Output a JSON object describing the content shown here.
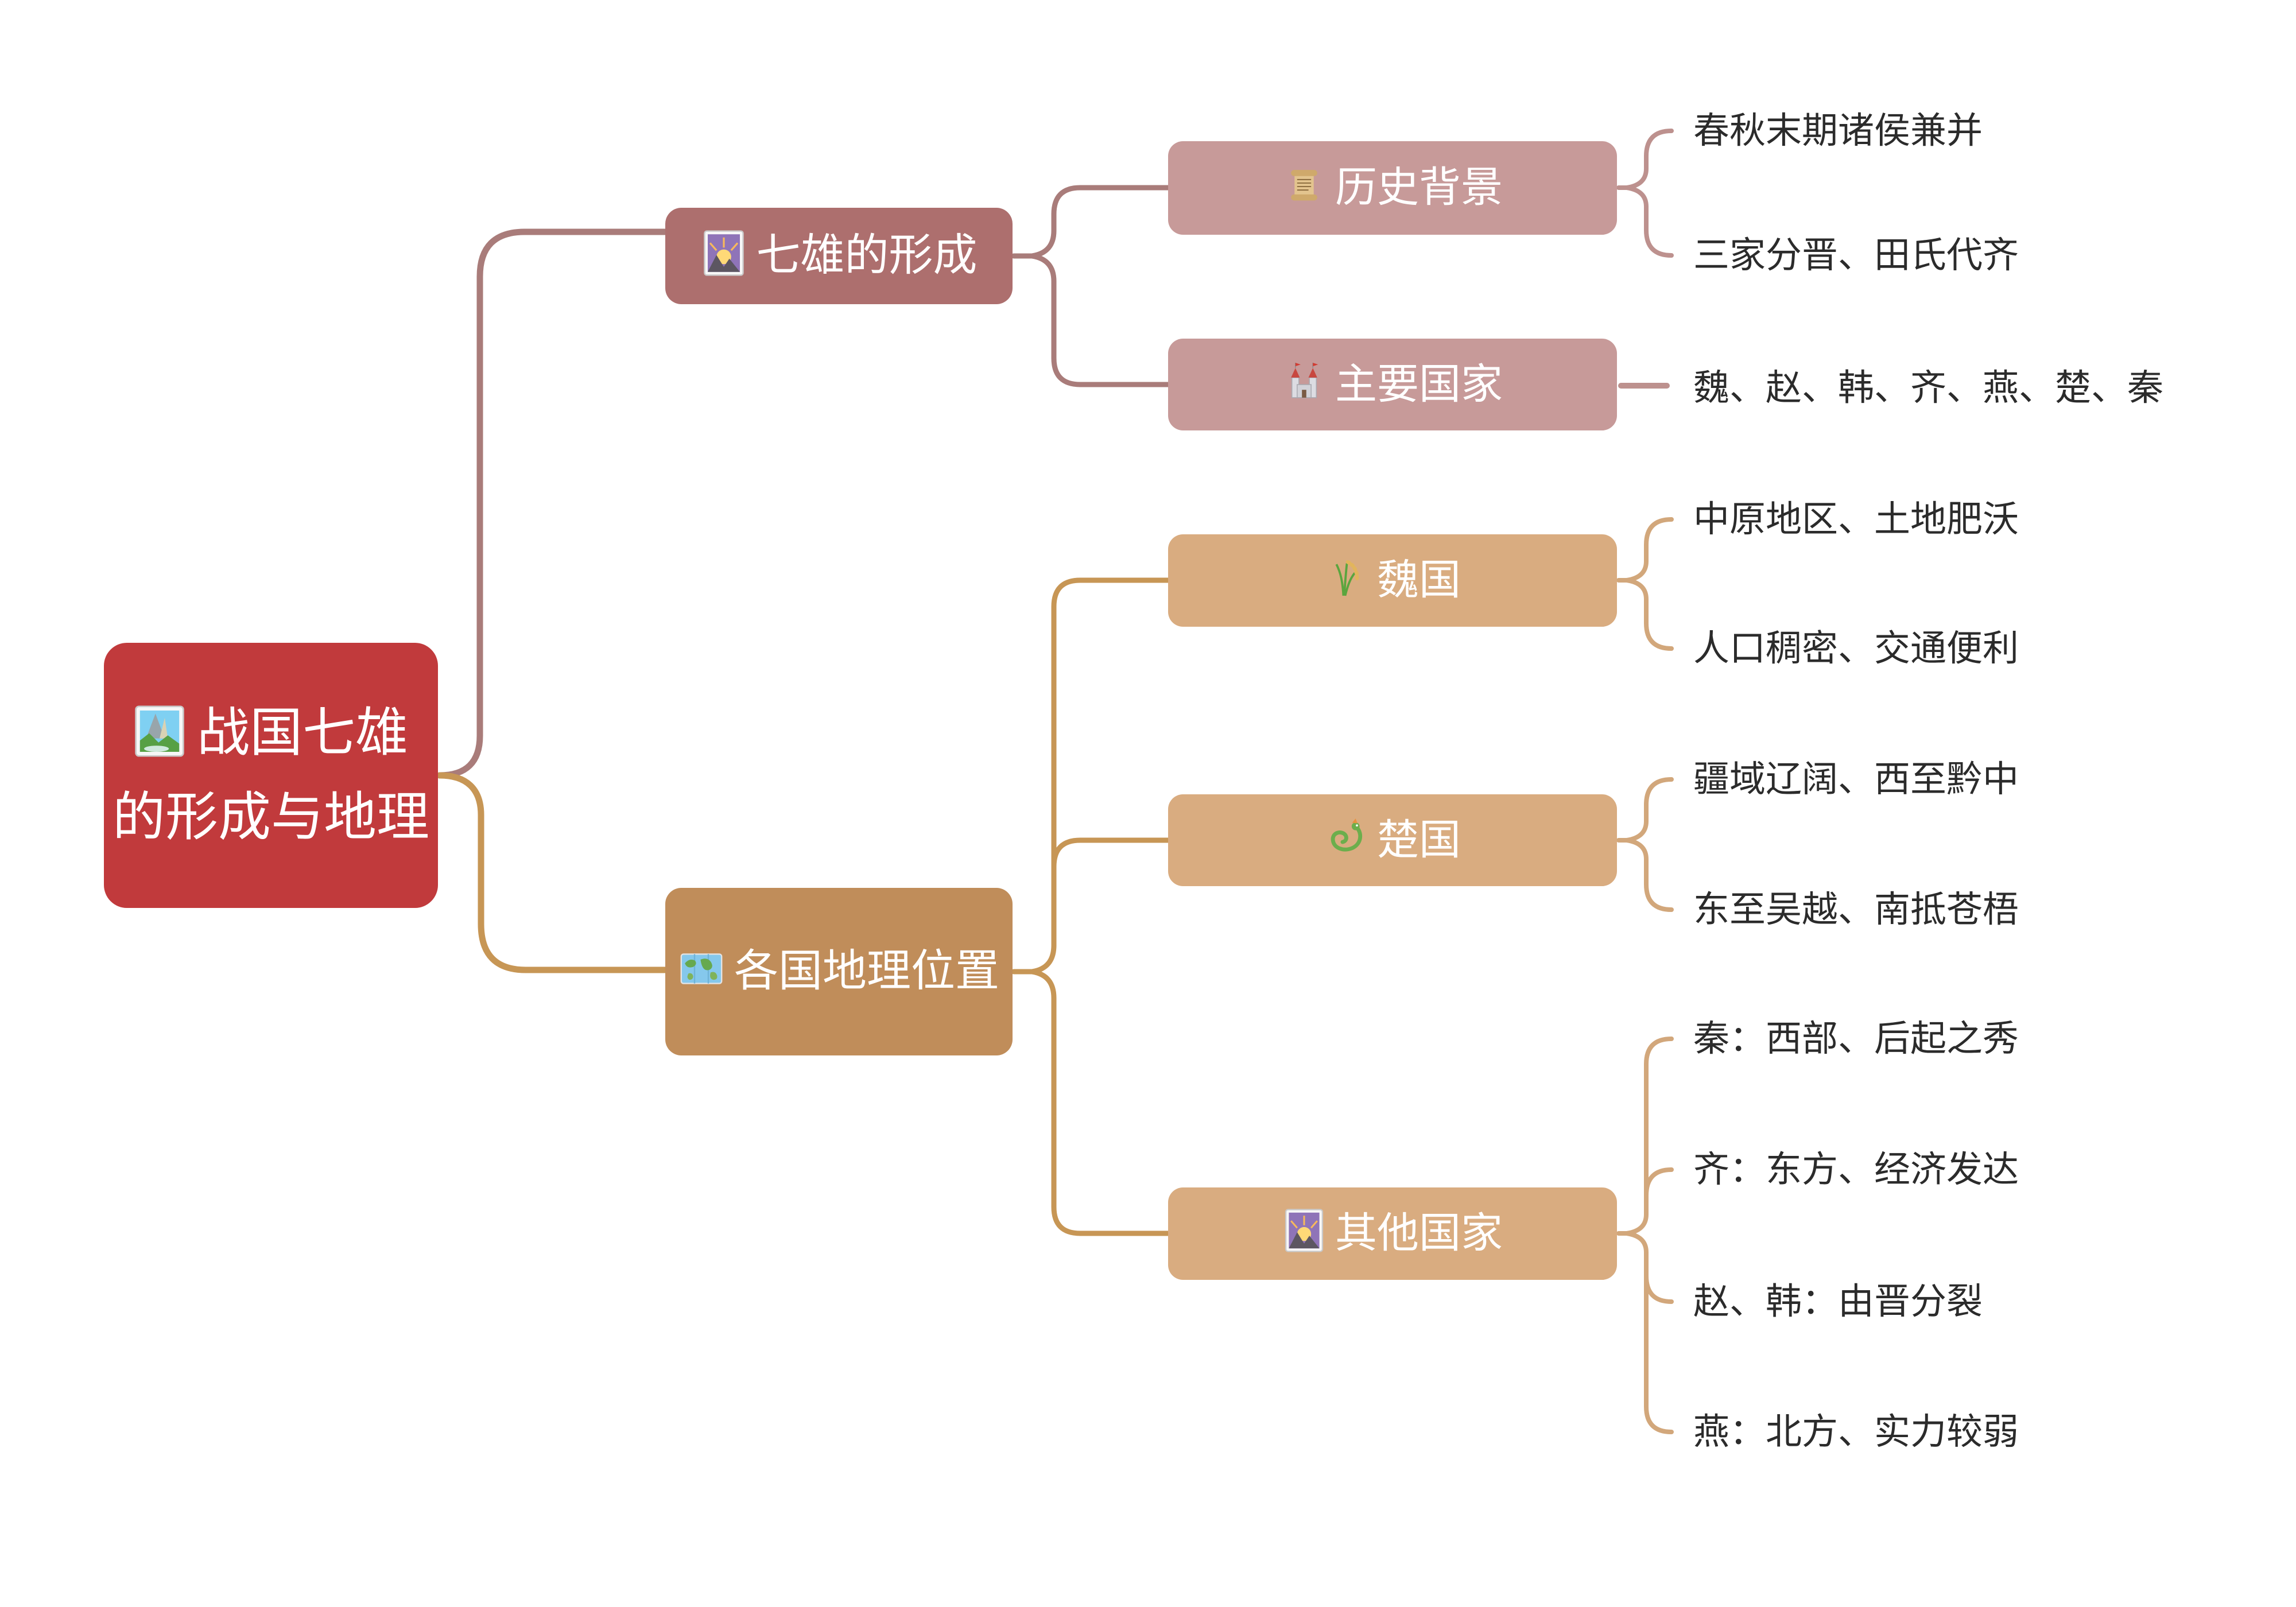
{
  "title": "战国七雄的形成与地理思维导图",
  "palette": {
    "root_bg": "#c13a3c",
    "branch1_bg": "#ad6f6e",
    "branch1_child_bg": "#c79a99",
    "branch1_line_dark": "#a97c7a",
    "branch1_line_light": "#bd918e",
    "branch2_bg": "#c08d5a",
    "branch2_child_bg": "#d9ac80",
    "branch2_line_dark": "#c79655",
    "branch2_line_light": "#d2a77b",
    "node_text": "#ffffff",
    "leaf_text": "#2b2b2b",
    "background": "#ffffff"
  },
  "root": {
    "icon": "national-park-icon",
    "emoji": "🏞️",
    "label": "战国七雄的形成与地理"
  },
  "branches": [
    {
      "icon": "sunrise-mountains-icon",
      "emoji": "🌄",
      "label": "七雄的形成",
      "children": [
        {
          "icon": "scroll-icon",
          "emoji": "📜",
          "label": "历史背景",
          "leaves": [
            "春秋末期诸侯兼并",
            "三家分晋、田氏代齐"
          ]
        },
        {
          "icon": "castle-icon",
          "emoji": "🏰",
          "label": "主要国家",
          "leaves": [
            "魏、赵、韩、齐、燕、楚、秦"
          ]
        }
      ]
    },
    {
      "icon": "world-map-icon",
      "emoji": "🗺️",
      "label": "各国地理位置",
      "children": [
        {
          "icon": "rice-sheaf-icon",
          "emoji": "🌾",
          "label": "魏国",
          "leaves": [
            "中原地区、土地肥沃",
            "人口稠密、交通便利"
          ]
        },
        {
          "icon": "dragon-icon",
          "emoji": "🐉",
          "label": "楚国",
          "leaves": [
            "疆域辽阔、西至黔中",
            "东至吴越、南抵苍梧"
          ]
        },
        {
          "icon": "sunrise-mountains-icon",
          "emoji": "🌄",
          "label": "其他国家",
          "leaves": [
            "秦：西部、后起之秀",
            "齐：东方、经济发达",
            "赵、韩：由晋分裂",
            "燕：北方、实力较弱"
          ]
        }
      ]
    }
  ]
}
